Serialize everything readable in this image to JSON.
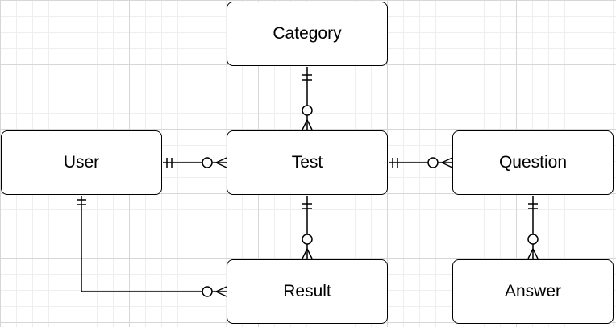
{
  "entities": {
    "category": "Category",
    "user": "User",
    "test": "Test",
    "question": "Question",
    "result": "Result",
    "answer": "Answer"
  },
  "relationships": [
    {
      "from": "Category",
      "to": "Test",
      "from_cardinality": "one-and-only-one",
      "to_cardinality": "zero-or-many"
    },
    {
      "from": "User",
      "to": "Test",
      "from_cardinality": "one-and-only-one",
      "to_cardinality": "zero-or-many"
    },
    {
      "from": "Test",
      "to": "Question",
      "from_cardinality": "one-and-only-one",
      "to_cardinality": "zero-or-many"
    },
    {
      "from": "Test",
      "to": "Result",
      "from_cardinality": "one-and-only-one",
      "to_cardinality": "zero-or-many"
    },
    {
      "from": "Question",
      "to": "Answer",
      "from_cardinality": "one-and-only-one",
      "to_cardinality": "zero-or-many"
    },
    {
      "from": "User",
      "to": "Result",
      "from_cardinality": "one-and-only-one",
      "to_cardinality": "zero-or-many"
    }
  ],
  "colors": {
    "stroke": "#000000",
    "background": "#ffffff",
    "grid": "#d6d6d6"
  }
}
